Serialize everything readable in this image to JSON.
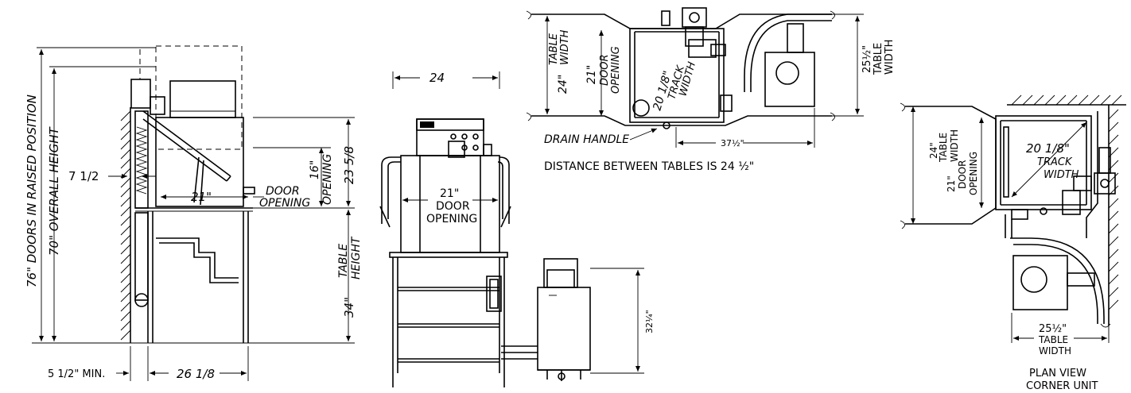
{
  "side_view": {
    "doors_raised": "76\" DOORS IN RAISED POSITION",
    "overall_height": "70\" OVERALL HEIGHT",
    "wall_gap": "7 1/2",
    "inner_width": "21\"",
    "door_opening_label": "DOOR",
    "door_opening_label2": "OPENING",
    "door_height": "16\"",
    "door_height_label": "OPENING",
    "top_height": "23 5/8",
    "table_height": "34\"",
    "table_height_label1": "TABLE",
    "table_height_label2": "HEIGHT",
    "min_clearance": "5 1/2\" MIN.",
    "depth": "26 1/8"
  },
  "front_view": {
    "width": "24",
    "door_width": "21\"",
    "door_label1": "DOOR",
    "door_label2": "OPENING",
    "booster_height": "32¼\""
  },
  "plan_straight": {
    "table_width_left": "24\"",
    "table_width_left_label1": "TABLE",
    "table_width_left_label2": "WIDTH",
    "door_width": "21\"",
    "door_label1": "DOOR",
    "door_label2": "OPENING",
    "track_width": "20 1/8\"",
    "track_label1": "TRACK",
    "track_label2": "WIDTH",
    "table_width_right": "25½\"",
    "table_width_right_label1": "TABLE",
    "table_width_right_label2": "WIDTH",
    "drain_handle": "DRAIN HANDLE",
    "booster_offset": "37½\"",
    "note": "DISTANCE BETWEEN TABLES IS 24 ½\""
  },
  "plan_corner": {
    "table_width_left": "24\"",
    "table_width_left_label1": "TABLE",
    "table_width_left_label2": "WIDTH",
    "door_width": "21\"",
    "door_label1": "DOOR",
    "door_label2": "OPENING",
    "track_width": "20 1/8\"",
    "track_label1": "TRACK",
    "track_label2": "WIDTH",
    "table_width_bottom": "25½\"",
    "table_width_bottom_label1": "TABLE",
    "table_width_bottom_label2": "WIDTH",
    "title1": "PLAN VIEW",
    "title2": "CORNER UNIT"
  }
}
